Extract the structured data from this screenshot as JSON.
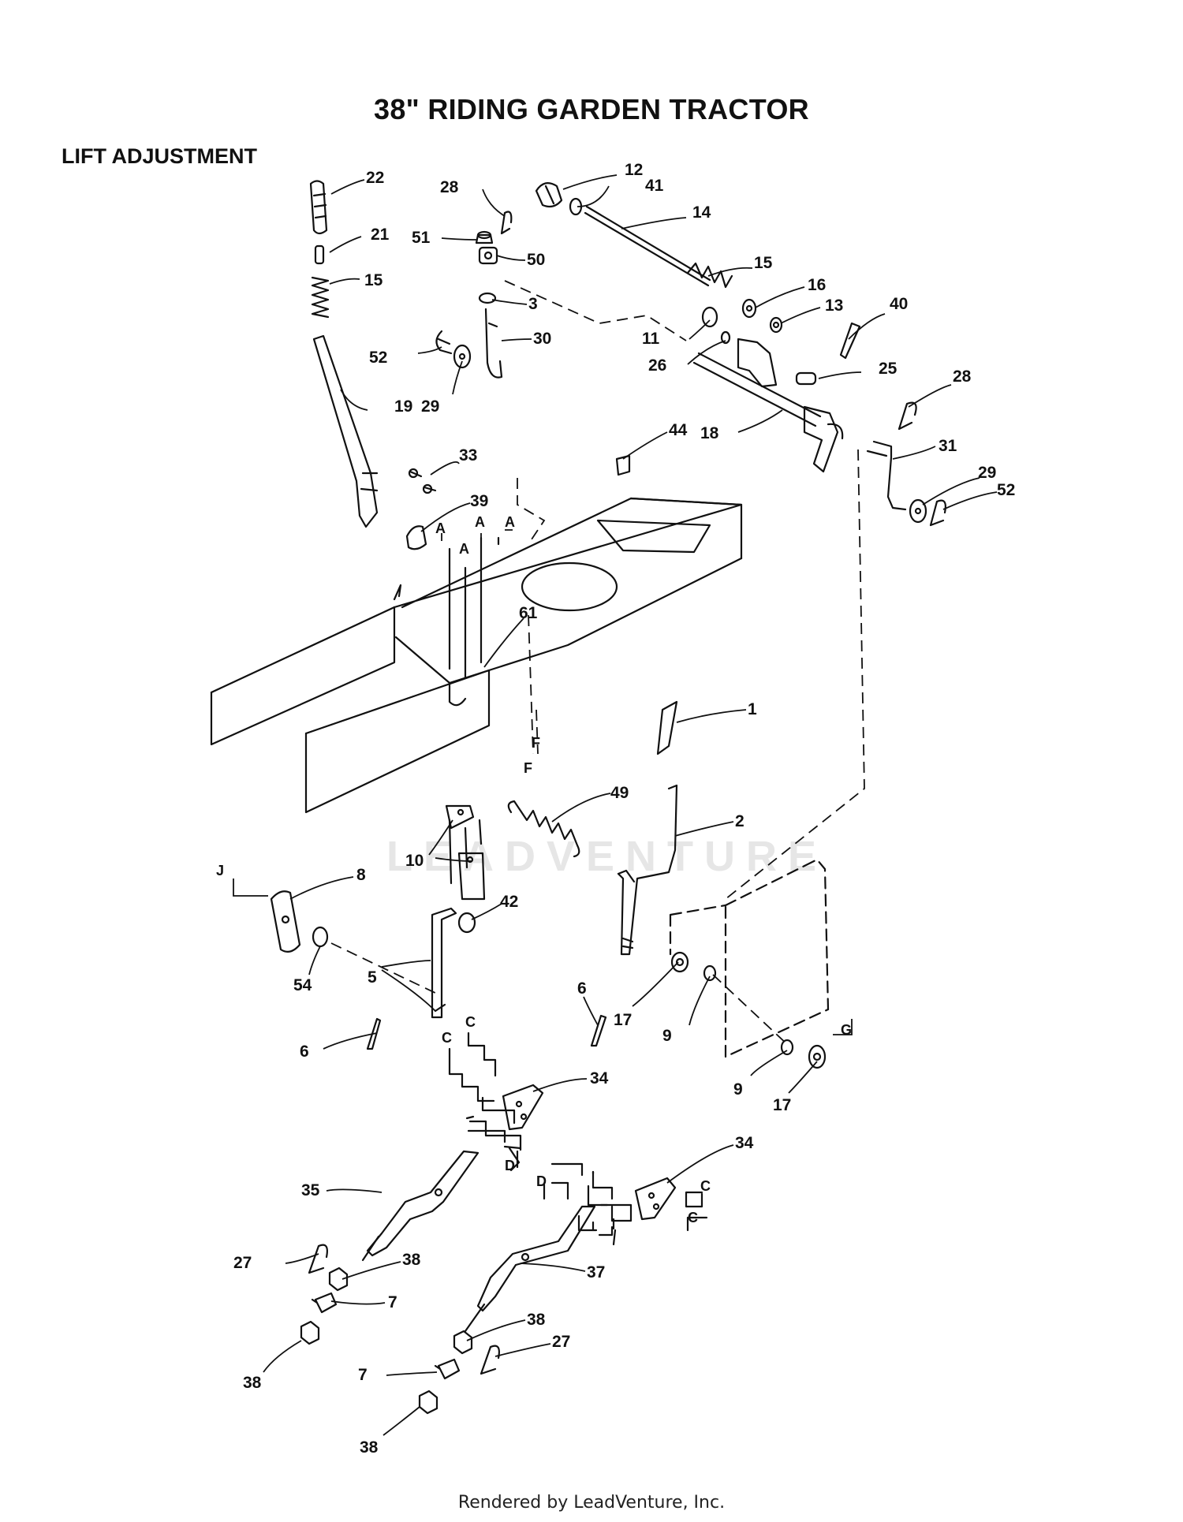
{
  "title": "38\" RIDING GARDEN TRACTOR",
  "section": "LIFT ADJUSTMENT",
  "watermark": "LEADVENTURE",
  "footer": "Rendered by LeadVenture, Inc.",
  "colors": {
    "ink": "#111111",
    "watermark": "#e6e6e6"
  },
  "callouts": [
    {
      "id": "c22",
      "text": "22"
    },
    {
      "id": "c28a",
      "text": "28"
    },
    {
      "id": "c12",
      "text": "12"
    },
    {
      "id": "c41",
      "text": "41"
    },
    {
      "id": "c14",
      "text": "14"
    },
    {
      "id": "c21",
      "text": "21"
    },
    {
      "id": "c51",
      "text": "51"
    },
    {
      "id": "c50",
      "text": "50"
    },
    {
      "id": "c15a",
      "text": "15"
    },
    {
      "id": "c15b",
      "text": "15"
    },
    {
      "id": "c16",
      "text": "16"
    },
    {
      "id": "c3",
      "text": "3"
    },
    {
      "id": "c13",
      "text": "13"
    },
    {
      "id": "c40",
      "text": "40"
    },
    {
      "id": "c30",
      "text": "30"
    },
    {
      "id": "c52a",
      "text": "52"
    },
    {
      "id": "c11",
      "text": "11"
    },
    {
      "id": "c26",
      "text": "26"
    },
    {
      "id": "c25",
      "text": "25"
    },
    {
      "id": "c28b",
      "text": "28"
    },
    {
      "id": "c19",
      "text": "19"
    },
    {
      "id": "c29a",
      "text": "29"
    },
    {
      "id": "c18",
      "text": "18"
    },
    {
      "id": "c44",
      "text": "44"
    },
    {
      "id": "c33",
      "text": "33"
    },
    {
      "id": "c31",
      "text": "31"
    },
    {
      "id": "c29b",
      "text": "29"
    },
    {
      "id": "c52b",
      "text": "52"
    },
    {
      "id": "c39",
      "text": "39"
    },
    {
      "id": "c61",
      "text": "61"
    },
    {
      "id": "c1",
      "text": "1"
    },
    {
      "id": "c49",
      "text": "49"
    },
    {
      "id": "c2",
      "text": "2"
    },
    {
      "id": "c10",
      "text": "10"
    },
    {
      "id": "c8",
      "text": "8"
    },
    {
      "id": "c42",
      "text": "42"
    },
    {
      "id": "c54",
      "text": "54"
    },
    {
      "id": "c5",
      "text": "5"
    },
    {
      "id": "c6a",
      "text": "6"
    },
    {
      "id": "c6b",
      "text": "6"
    },
    {
      "id": "c17a",
      "text": "17"
    },
    {
      "id": "c9a",
      "text": "9"
    },
    {
      "id": "c9b",
      "text": "9"
    },
    {
      "id": "c17b",
      "text": "17"
    },
    {
      "id": "c34a",
      "text": "34"
    },
    {
      "id": "c34b",
      "text": "34"
    },
    {
      "id": "c35",
      "text": "35"
    },
    {
      "id": "c37",
      "text": "37"
    },
    {
      "id": "c27a",
      "text": "27"
    },
    {
      "id": "c38a",
      "text": "38"
    },
    {
      "id": "c7a",
      "text": "7"
    },
    {
      "id": "c38b",
      "text": "38"
    },
    {
      "id": "c38c",
      "text": "38"
    },
    {
      "id": "c7b",
      "text": "7"
    },
    {
      "id": "c27b",
      "text": "27"
    },
    {
      "id": "c38d",
      "text": "38"
    }
  ],
  "references": [
    {
      "id": "rA1",
      "text": "A"
    },
    {
      "id": "rA2",
      "text": "A"
    },
    {
      "id": "rA3",
      "text": "A"
    },
    {
      "id": "rA4",
      "text": "A"
    },
    {
      "id": "rF1",
      "text": "F"
    },
    {
      "id": "rF2",
      "text": "F"
    },
    {
      "id": "rJ",
      "text": "J"
    },
    {
      "id": "rG",
      "text": "G"
    },
    {
      "id": "rC1",
      "text": "C"
    },
    {
      "id": "rC2",
      "text": "C"
    },
    {
      "id": "rC3",
      "text": "C"
    },
    {
      "id": "rC4",
      "text": "C"
    },
    {
      "id": "rD1",
      "text": "D"
    },
    {
      "id": "rD2",
      "text": "D"
    }
  ]
}
